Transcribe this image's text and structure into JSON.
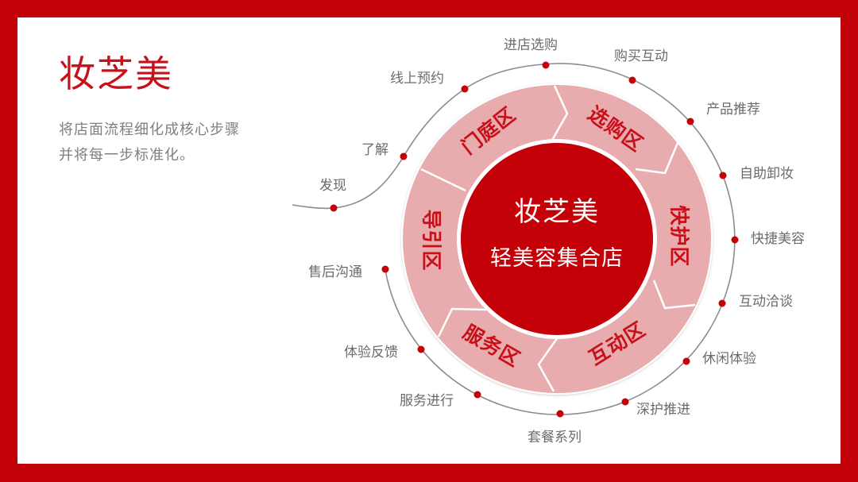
{
  "brand": {
    "title": "妆芝美",
    "description_lines": [
      "将店面流程细化成核心步骤",
      "并将每一步标准化。"
    ]
  },
  "center": {
    "title": "妆芝美",
    "subtitle": "轻美容集合店"
  },
  "zones": [
    {
      "label": "门庭区"
    },
    {
      "label": "选购区"
    },
    {
      "label": "快护区"
    },
    {
      "label": "互动区"
    },
    {
      "label": "服务区"
    },
    {
      "label": "导引区"
    }
  ],
  "steps": [
    {
      "label": "发现"
    },
    {
      "label": "了解"
    },
    {
      "label": "线上预约"
    },
    {
      "label": "进店选购"
    },
    {
      "label": "购买互动"
    },
    {
      "label": "产品推荐"
    },
    {
      "label": "自助卸妆"
    },
    {
      "label": "快捷美容"
    },
    {
      "label": "互动洽谈"
    },
    {
      "label": "休闲体验"
    },
    {
      "label": "深护推进"
    },
    {
      "label": "套餐系列"
    },
    {
      "label": "服务进行"
    },
    {
      "label": "体验反馈"
    },
    {
      "label": "售后沟通"
    }
  ],
  "colors": {
    "frame": "#c20007",
    "accent": "#c8101a",
    "ring": "#e8abae",
    "core": "#c40008",
    "text_gray": "#7f7f7f",
    "path_gray": "#8c8c8c"
  }
}
